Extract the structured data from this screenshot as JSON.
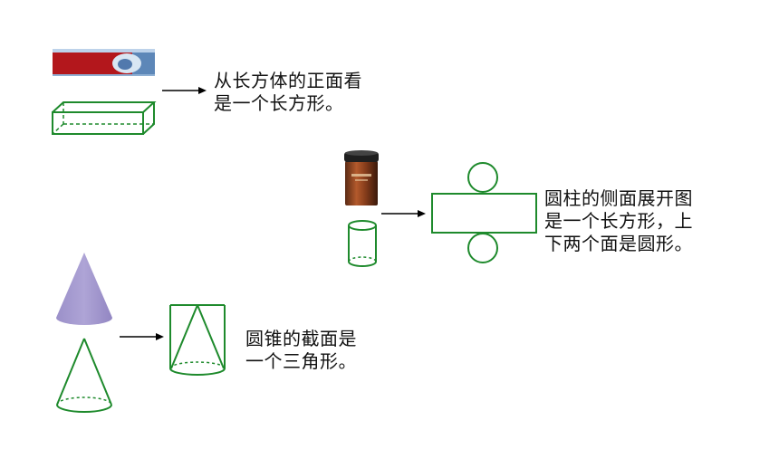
{
  "box_section": {
    "caption_lines": [
      "从长方体的正面看",
      "是一个长方形。"
    ],
    "photo_name": "rectangular box photo",
    "line_color": "#1e8a2c"
  },
  "cylinder_section": {
    "caption_lines": [
      "圆柱的侧面展开图",
      "是一个长方形，上",
      "下两个面是圆形。"
    ],
    "photo_name": "cylindrical tea can photo",
    "line_color": "#1e8a2c"
  },
  "cone_section": {
    "caption_lines": [
      "圆锥的截面是",
      "一个三角形。"
    ],
    "cone_fill": "#a59ad0",
    "line_color": "#1e8a2c"
  },
  "arrow_color": "#000000"
}
